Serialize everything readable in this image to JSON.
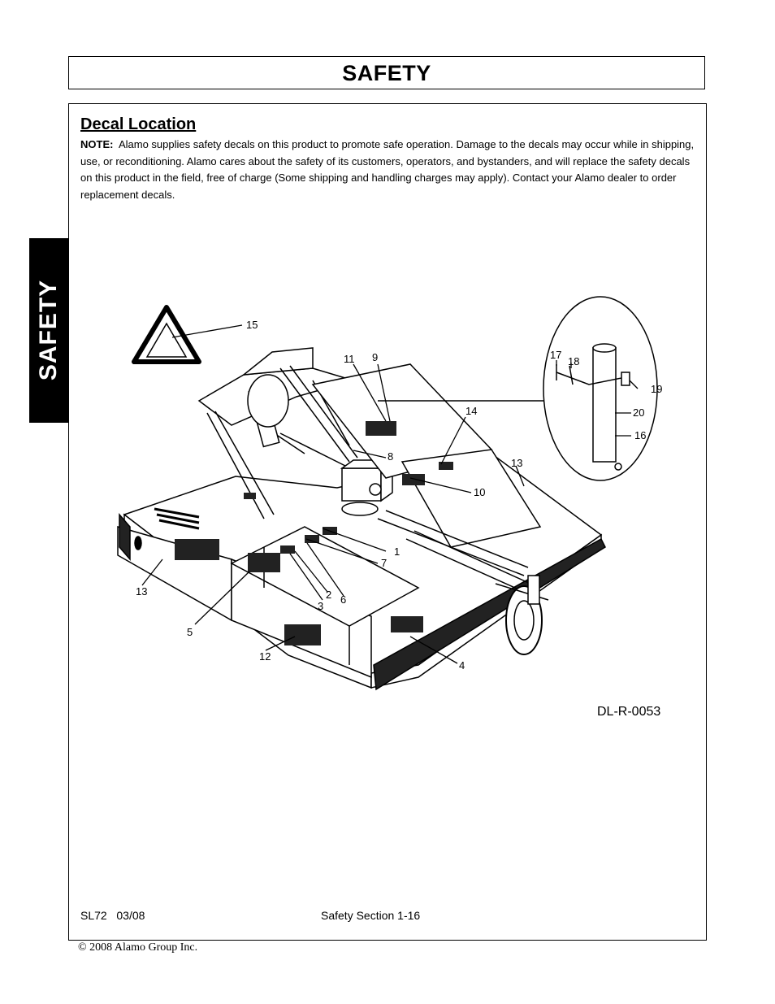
{
  "header": {
    "title": "SAFETY"
  },
  "side_tab": {
    "label": "SAFETY"
  },
  "section": {
    "title": "Decal Location",
    "note_label": "NOTE:",
    "note_text": "Alamo supplies safety decals on this product to promote safe operation. Damage to the decals may occur while in shipping, use, or reconditioning. Alamo cares about the safety of its customers, operators, and bystanders, and will replace the safety decals on this product in the field, free of charge (Some shipping and handling charges may apply). Contact your Alamo dealer to order replacement decals."
  },
  "figure": {
    "code": "DL-R-0053",
    "callouts": {
      "c1": "1",
      "c2": "2",
      "c3": "3",
      "c4": "4",
      "c5": "5",
      "c6": "6",
      "c7": "7",
      "c8": "8",
      "c9": "9",
      "c10": "10",
      "c11": "11",
      "c12": "12",
      "c13a": "13",
      "c13b": "13",
      "c14": "14",
      "c15": "15",
      "c16": "16",
      "c17": "17",
      "c18": "18",
      "c19": "19",
      "c20": "20"
    }
  },
  "footer": {
    "model": "SL72",
    "date": "03/08",
    "section": "Safety Section 1-16"
  },
  "copyright": "© 2008 Alamo Group Inc."
}
